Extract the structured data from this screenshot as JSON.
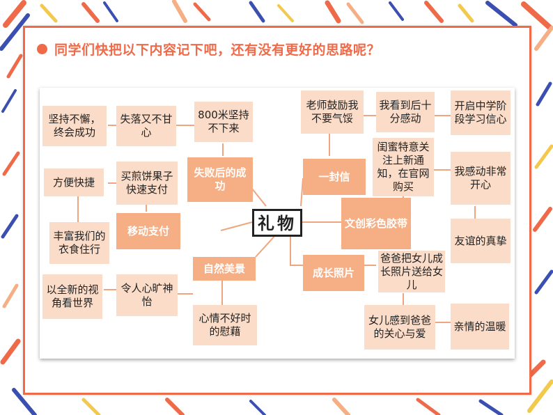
{
  "heading": "同学们快把以下内容记下吧，还有没有更好的思路呢？",
  "colors": {
    "accent": "#ef6a48",
    "branch": "#f6ae84",
    "leaf": "#fbdcc8",
    "line": "#f0a57e"
  },
  "mindmap": {
    "center": "礼物",
    "fail_success": {
      "label": "失败后的成功",
      "n1": "800米坚持不下来",
      "n2": "失落又不甘心",
      "n3": "坚持不懈，终会成功"
    },
    "mobile_pay": {
      "label": "移动支付",
      "n1": "买煎饼果子快速支付",
      "n2": "方便快捷",
      "n3": "丰富我们的衣食住行"
    },
    "nature": {
      "label": "自然美景",
      "n1": "心情不好时的慰藉",
      "n2": "令人心旷神怡",
      "n3": "以全新的视角看世界"
    },
    "letter": {
      "label": "一封信",
      "n1": "老师鼓励我不要气馁",
      "n2": "我看到后十分感动",
      "n3": "开启中学阶段学习信心"
    },
    "tape": {
      "label": "文创彩色胶带",
      "n1": "闺蜜特意关注上新通知，在官网购买",
      "n2": "我感动非常开心",
      "n3": "友谊的真挚"
    },
    "photos": {
      "label": "成长照片",
      "n1": "爸爸把女儿成长照片送给女儿",
      "n2": "女儿感到爸爸的关心与爱",
      "n3": "亲情的温暖"
    }
  }
}
